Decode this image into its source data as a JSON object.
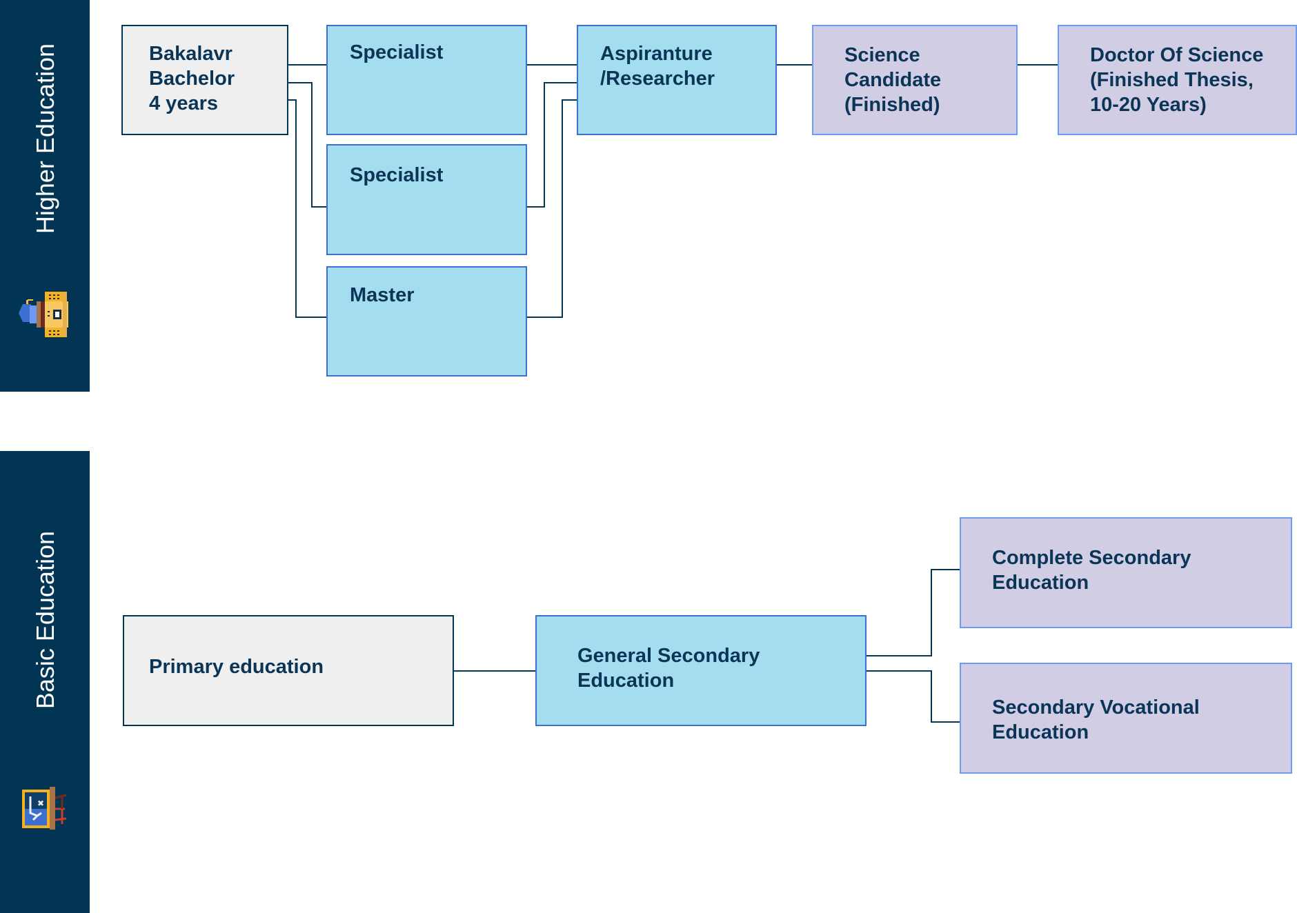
{
  "sections": {
    "higher": {
      "title": "Higher Education",
      "icon": "university-building-icon"
    },
    "basic": {
      "title": "Basic Education",
      "icon": "chalkboard-icon"
    }
  },
  "nodes": {
    "bakalavr": "Bakalavr\nBachelor\n4 years",
    "specialist_1": "Specialist",
    "specialist_2": "Specialist",
    "master": "Master",
    "aspiranture": "Aspiranture\n/Researcher",
    "science_candidate": "Science\nCandidate\n(Finished)",
    "doctor_of_science": "Doctor Of Science\n(Finished Thesis,\n10-20 Years)",
    "primary": "Primary education",
    "general_secondary": "General Secondary\nEducation",
    "complete_secondary": "Complete Secondary\nEducation",
    "secondary_vocational": "Secondary Vocational\nEducation"
  },
  "edges": [
    [
      "bakalavr",
      "specialist_1"
    ],
    [
      "bakalavr",
      "specialist_2"
    ],
    [
      "bakalavr",
      "master"
    ],
    [
      "specialist_1",
      "aspiranture"
    ],
    [
      "specialist_2",
      "aspiranture"
    ],
    [
      "master",
      "aspiranture"
    ],
    [
      "aspiranture",
      "science_candidate"
    ],
    [
      "science_candidate",
      "doctor_of_science"
    ],
    [
      "primary",
      "general_secondary"
    ],
    [
      "general_secondary",
      "complete_secondary"
    ],
    [
      "general_secondary",
      "secondary_vocational"
    ]
  ],
  "colors": {
    "sidebar": "#023454",
    "start_node": "#efefef",
    "mid_node": "#a4dcf0",
    "end_node": "#d1cde5",
    "text": "#0b3557"
  }
}
